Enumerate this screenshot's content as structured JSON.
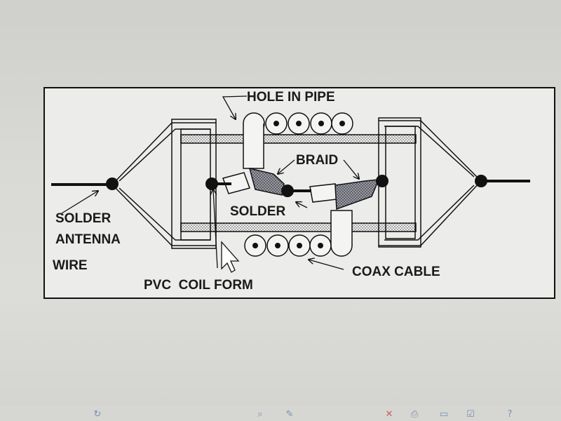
{
  "diagram": {
    "labels": {
      "hole_in_pipe": "HOLE IN PIPE",
      "braid": "BRAID",
      "solder_center": "SOLDER",
      "solder_left": "SOLDER",
      "antenna": "ANTENNA",
      "wire": "WIRE",
      "pvc_coil_form": "PVC  COIL FORM",
      "coax_cable": "COAX CABLE"
    },
    "colors": {
      "paper": "#ececea",
      "ink": "#111111",
      "hatch": "#8a8a8a"
    }
  },
  "toolbar": {
    "icons": [
      "refresh-icon",
      "search-icon",
      "edit-icon",
      "delete-icon",
      "print-icon",
      "save-icon",
      "check-icon",
      "help-icon"
    ]
  }
}
